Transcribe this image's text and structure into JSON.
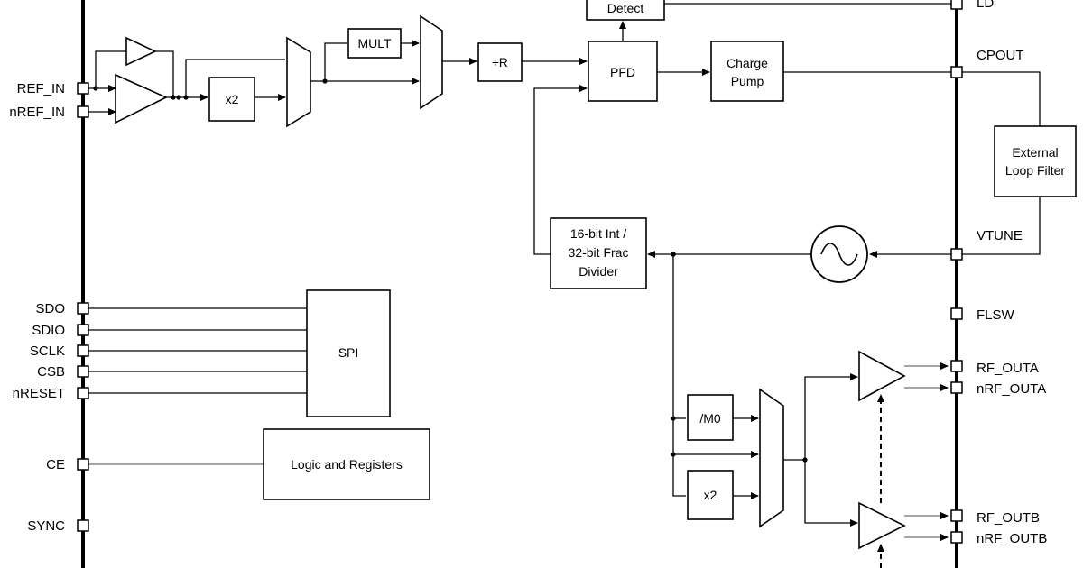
{
  "left_pins": {
    "ref_in": "REF_IN",
    "nref_in": "nREF_IN",
    "sdo": "SDO",
    "sdio": "SDIO",
    "sclk": "SCLK",
    "csb": "CSB",
    "nreset": "nRESET",
    "ce": "CE",
    "sync": "SYNC"
  },
  "right_pins": {
    "ld": "LD",
    "cpout": "CPOUT",
    "vtune": "VTUNE",
    "flsw": "FLSW",
    "rf_outa": "RF_OUTA",
    "nrf_outa": "nRF_OUTA",
    "rf_outb": "RF_OUTB",
    "nrf_outb": "nRF_OUTB"
  },
  "blocks": {
    "x2_ref": "x2",
    "mult": "MULT",
    "div_r": "÷R",
    "lock_detect": "Detect",
    "pfd": "PFD",
    "charge_pump": [
      "Charge",
      "Pump"
    ],
    "loop_filter": [
      "External",
      "Loop Filter"
    ],
    "n_divider": [
      "16-bit Int /",
      "32-bit Frac",
      "Divider"
    ],
    "spi": "SPI",
    "logic": "Logic and Registers",
    "m0": "/M0",
    "x2_out": "x2"
  }
}
